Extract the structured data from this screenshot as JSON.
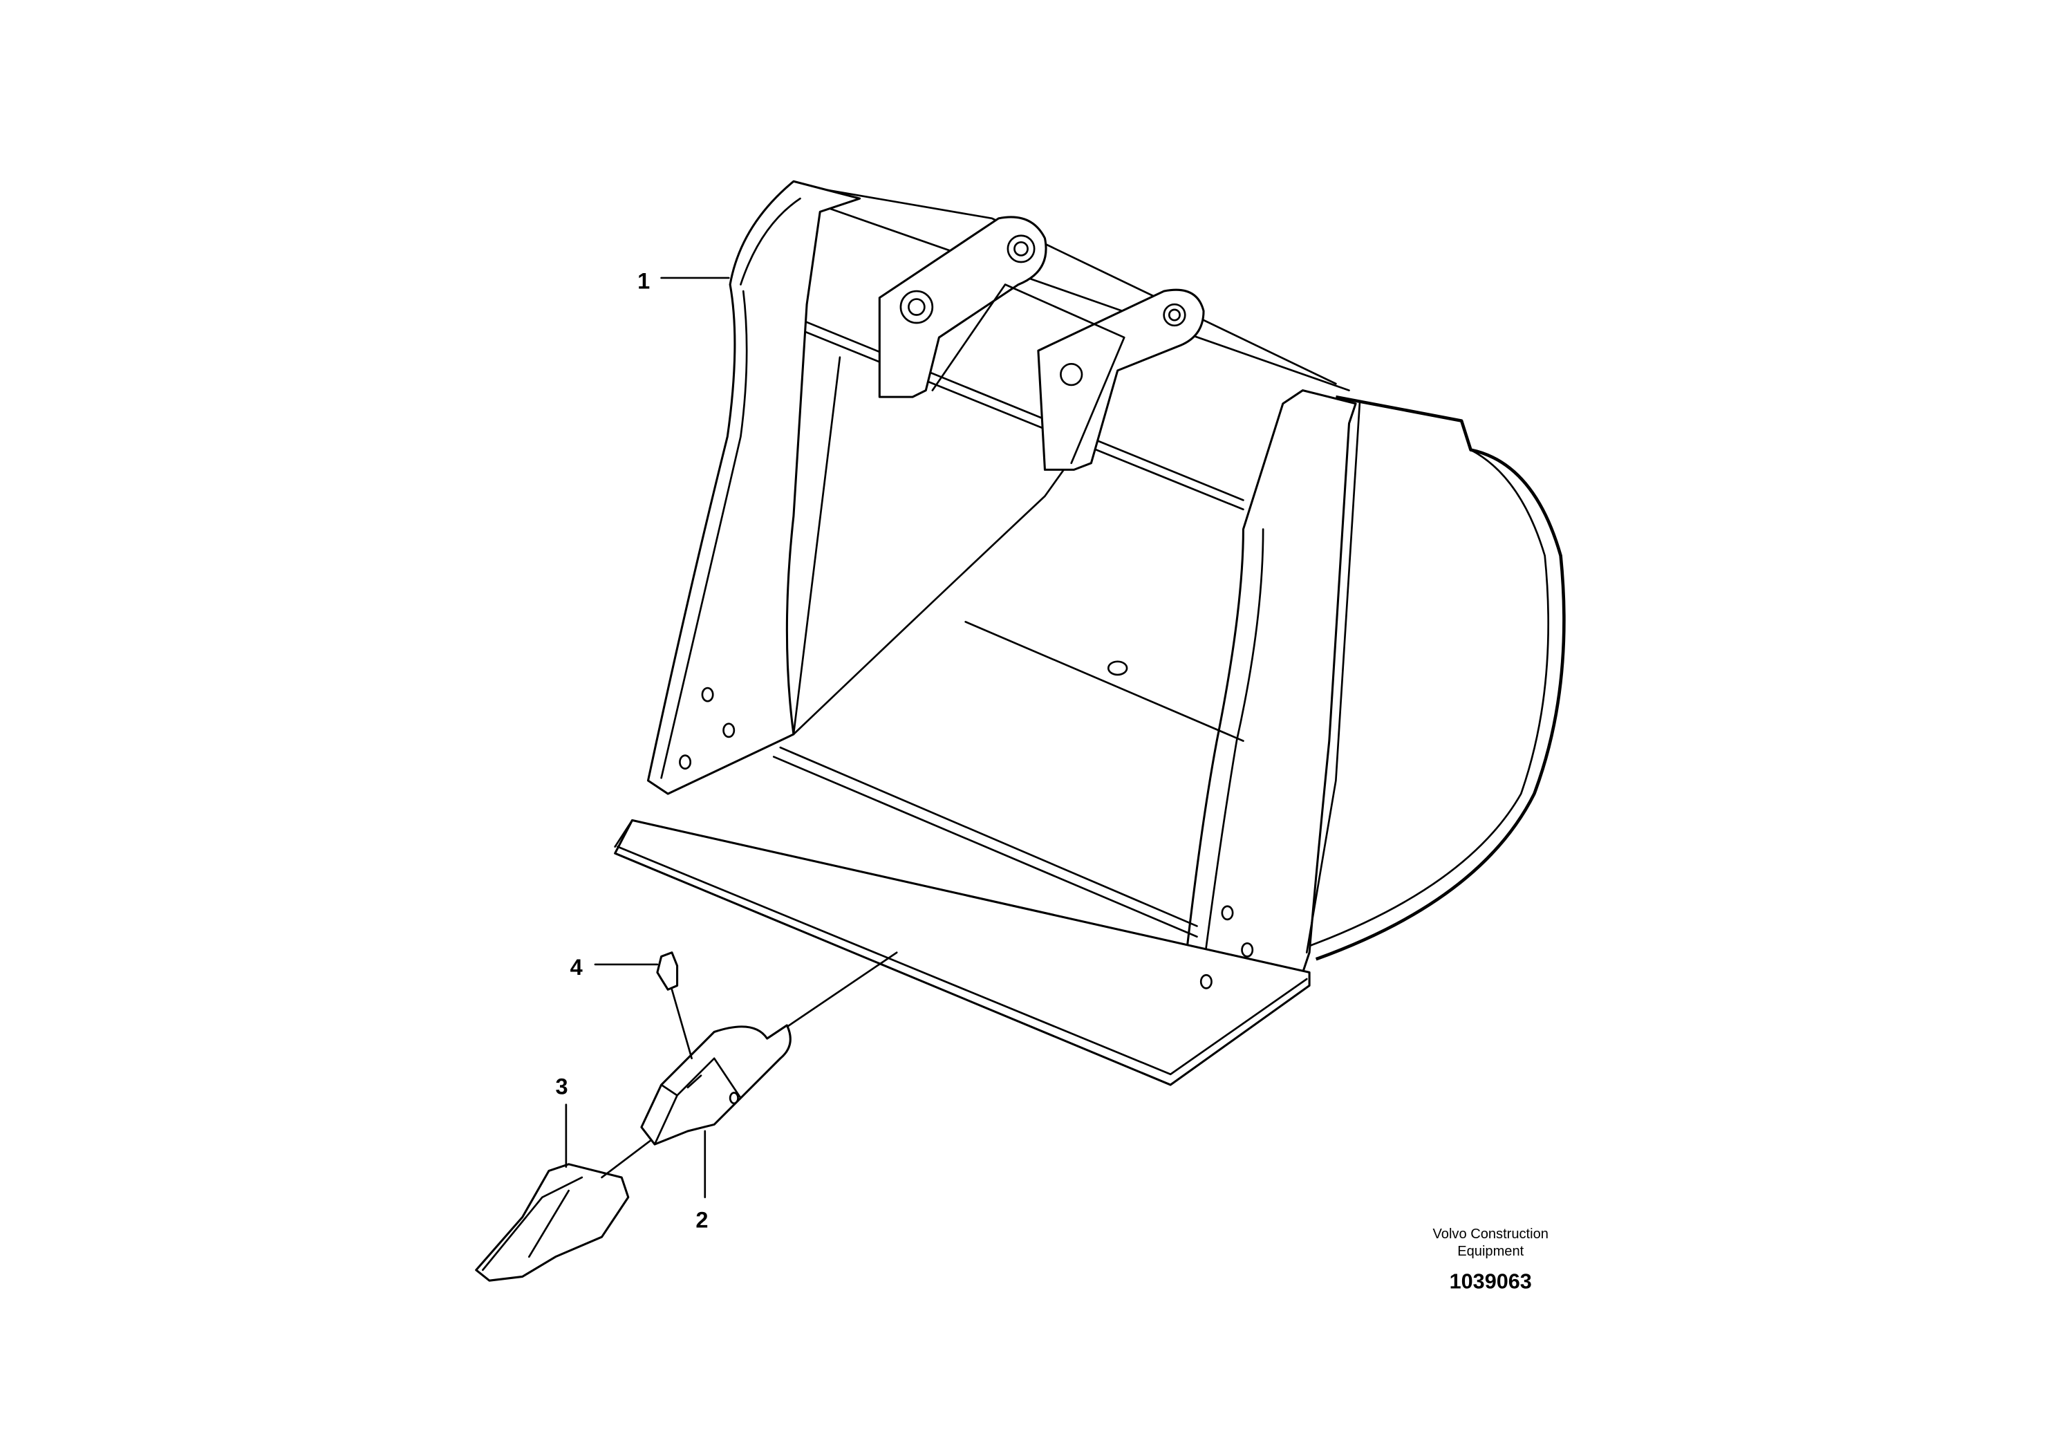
{
  "diagram": {
    "callouts": [
      {
        "label": "1",
        "part": "bucket"
      },
      {
        "label": "2",
        "part": "tooth-adapter"
      },
      {
        "label": "3",
        "part": "tooth"
      },
      {
        "label": "4",
        "part": "retainer-pin"
      }
    ],
    "footer": {
      "brand_line1": "Volvo Construction",
      "brand_line2": "Equipment",
      "drawing_number": "1039063"
    }
  }
}
